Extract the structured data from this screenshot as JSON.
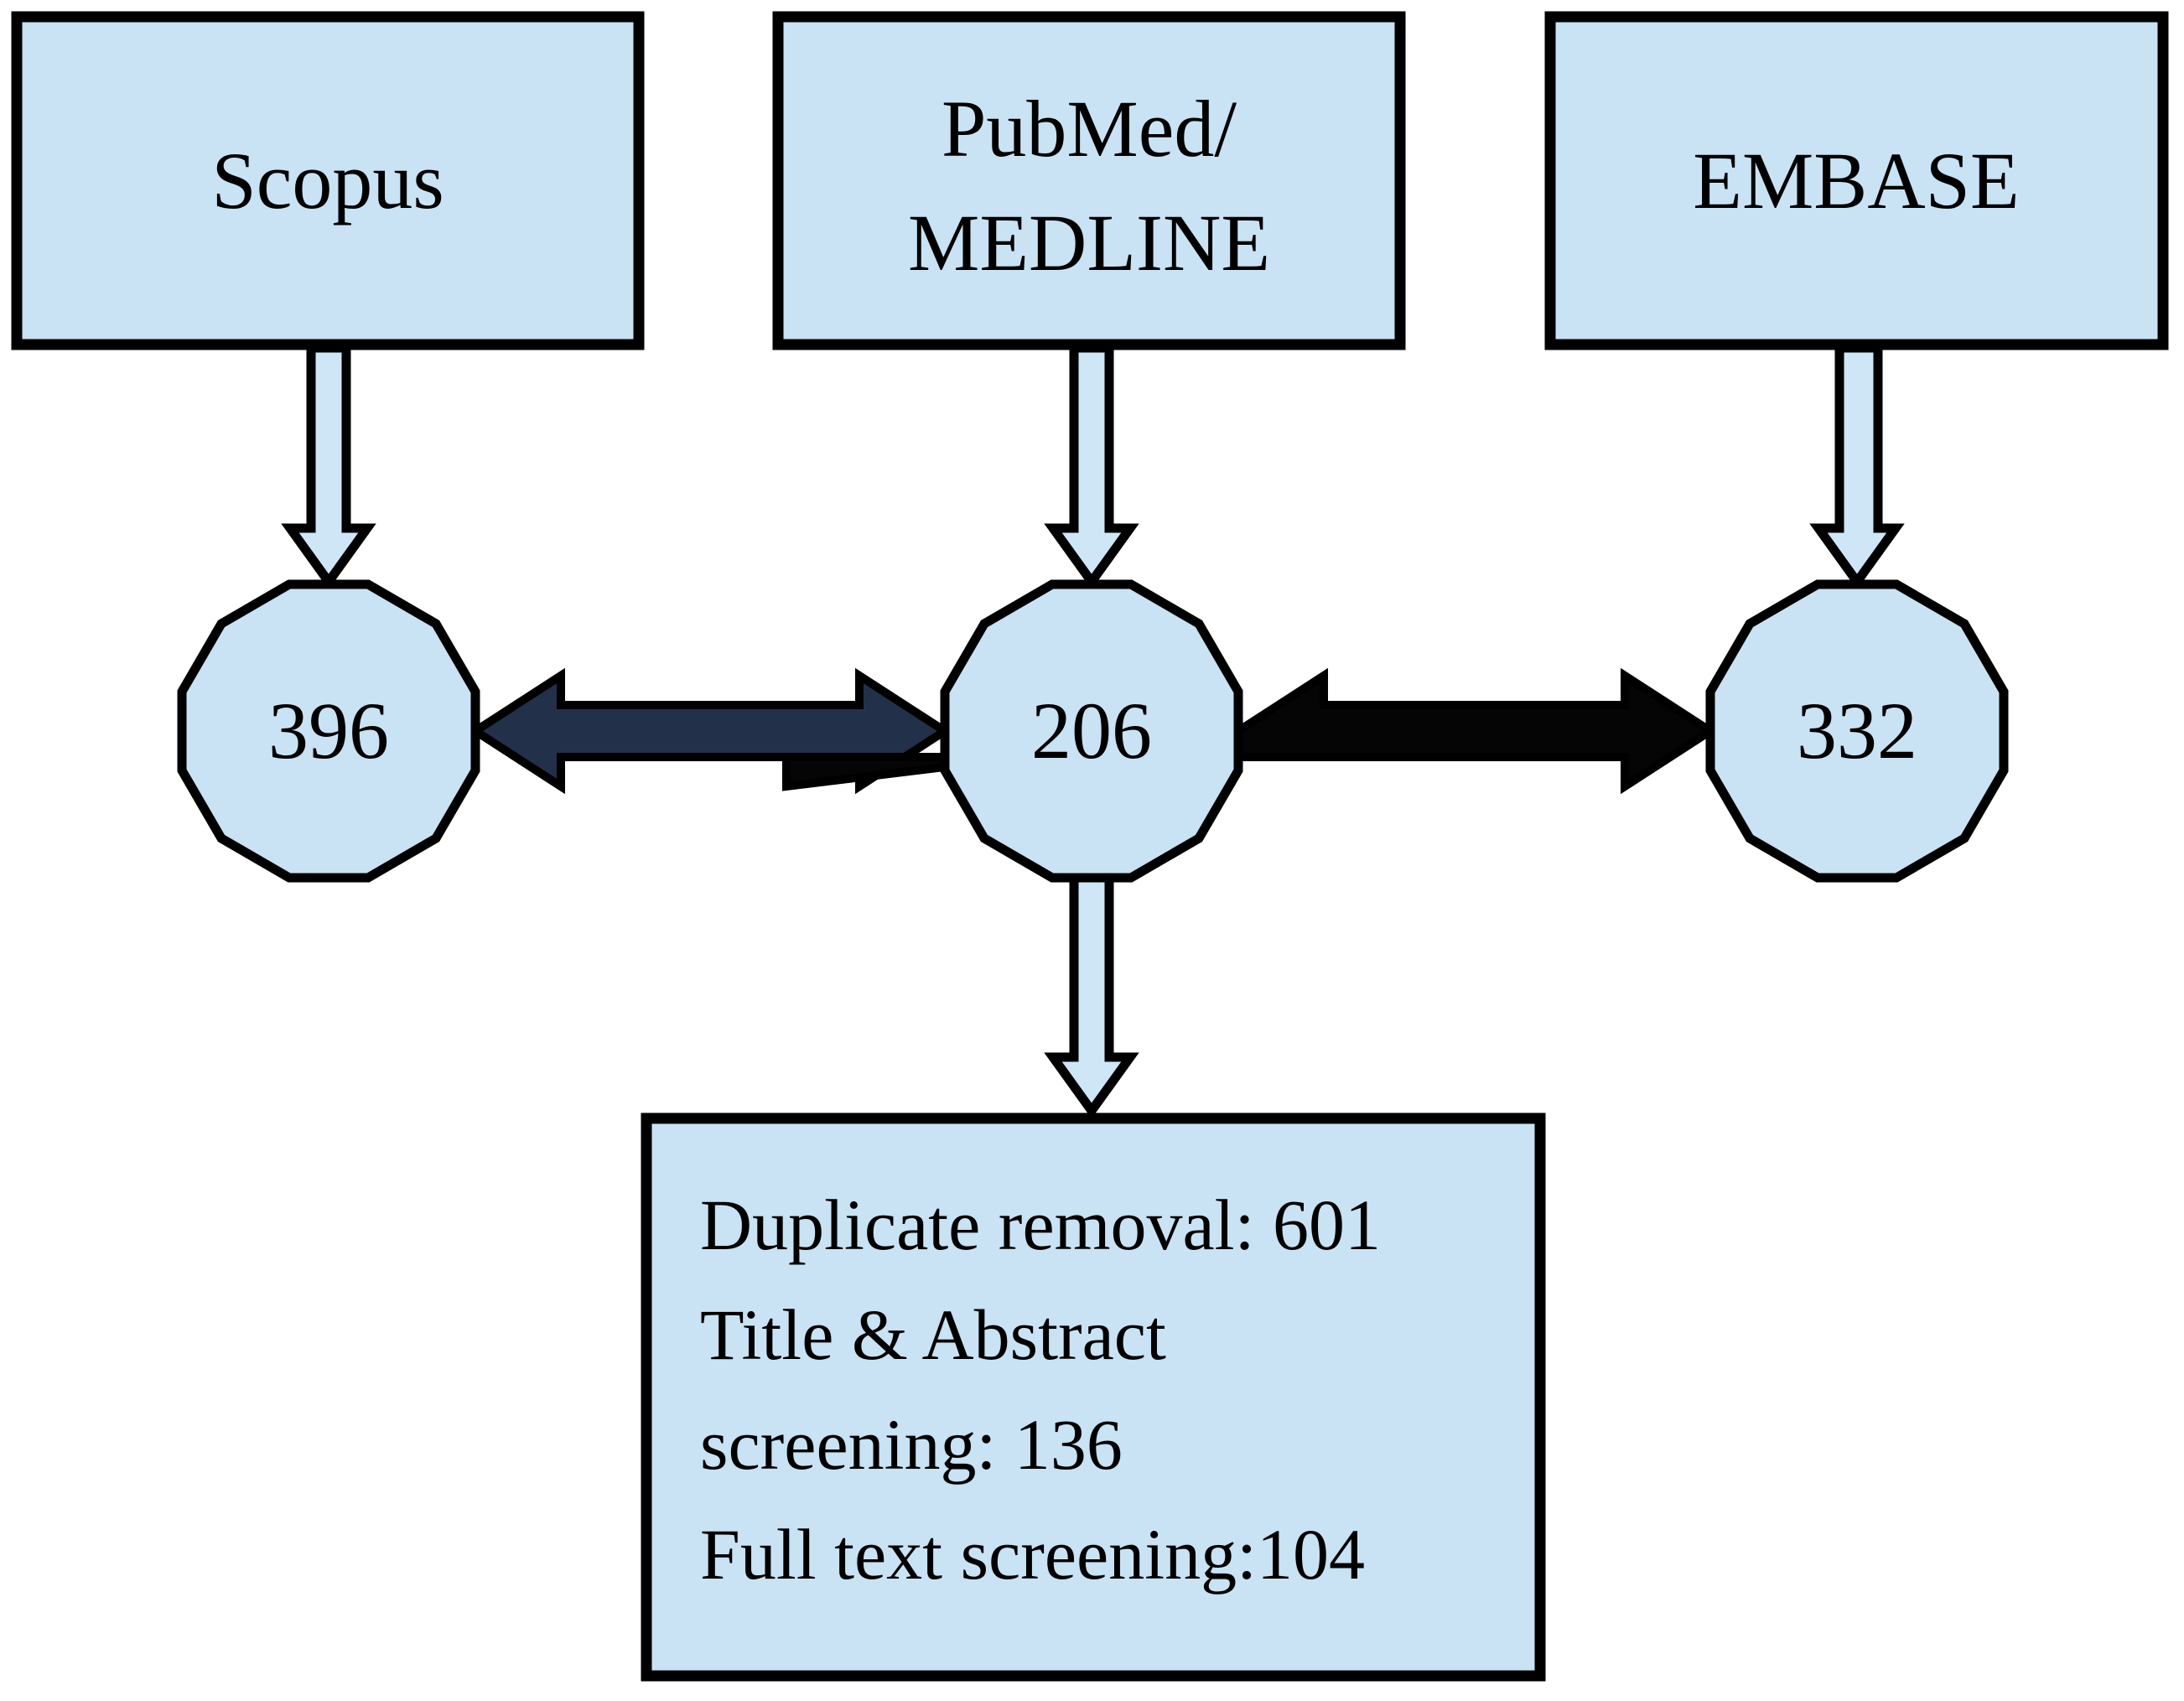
{
  "colors": {
    "shape_fill": "#c9e2f4",
    "arrow_fill": "#cfe6f7",
    "navy_arrow": "#23304a",
    "black_arrow": "#050505",
    "outline": "#000000",
    "background": "#ffffff"
  },
  "source_boxes": {
    "scopus": {
      "label": "Scopus"
    },
    "pubmed": {
      "line1": "PubMed/",
      "line2": "MEDLINE"
    },
    "embase": {
      "label": "EMBASE"
    }
  },
  "counts": {
    "scopus": "396",
    "pubmed": "206",
    "embase": "332"
  },
  "screening_box": {
    "line1": "Duplicate removal: 601",
    "line2": "Title & Abstract",
    "line3": "screening: 136",
    "line4": "Full text screening:104"
  }
}
